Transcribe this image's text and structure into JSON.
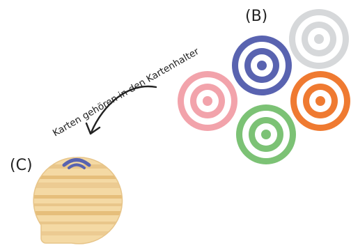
{
  "labels": {
    "b": "(B)",
    "c": "(C)",
    "caption": "Karten gehören in den Kartenhalter"
  },
  "targets": [
    {
      "name": "target-gray",
      "color": "#d6d8da"
    },
    {
      "name": "target-blue",
      "color": "#5963b0"
    },
    {
      "name": "target-pink",
      "color": "#f2a3ab"
    },
    {
      "name": "target-orange",
      "color": "#ef7a31"
    },
    {
      "name": "target-green",
      "color": "#7cc275"
    }
  ],
  "colors": {
    "ink": "#222222",
    "wood_light": "#f4d9a4",
    "wood_stripe": "#e6be7b",
    "holder_slot": "#5963b0"
  },
  "icons": {
    "arrow": "curved-arrow-icon",
    "holder": "card-holder-icon"
  }
}
